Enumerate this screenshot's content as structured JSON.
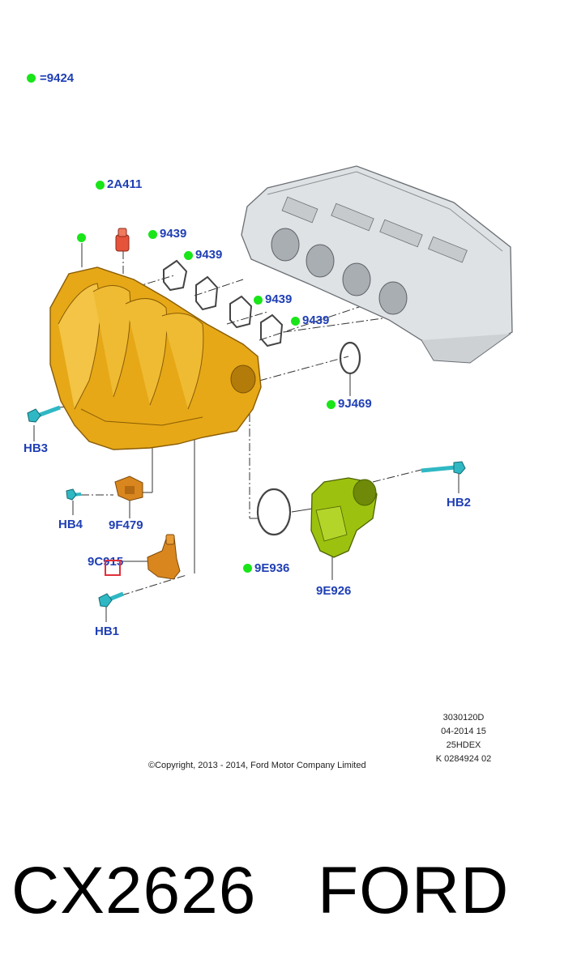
{
  "legend": {
    "value": "9424",
    "eq": "="
  },
  "labels": {
    "l2a411": "2A411",
    "l9439_a": "9439",
    "l9439_b": "9439",
    "l9439_c": "9439",
    "l9439_d": "9439",
    "l9j469": "9J469",
    "hb3": "HB3",
    "hb4": "HB4",
    "l9f479": "9F479",
    "l9c915": "9C915",
    "hb1": "HB1",
    "hb2": "HB2",
    "l9e936": "9E936",
    "l9e926": "9E926"
  },
  "meta": {
    "line1": "3030120D",
    "line2": "04-2014 15",
    "line3": "25HDEX",
    "line4": "K 0284924 02"
  },
  "copyright": "©Copyright, 2013 - 2014, Ford Motor Company Limited",
  "footer": {
    "code": "CX2626",
    "brand": "FORD"
  },
  "colors": {
    "label_blue": "#1f3fb4",
    "dot_green": "#19e519",
    "manifold_gold": "#e6a817",
    "throttle_green": "#9cc20f",
    "bolt_cyan": "#2fb8c4",
    "sensor_orange": "#d9861e",
    "marker_red": "#e0303a"
  }
}
